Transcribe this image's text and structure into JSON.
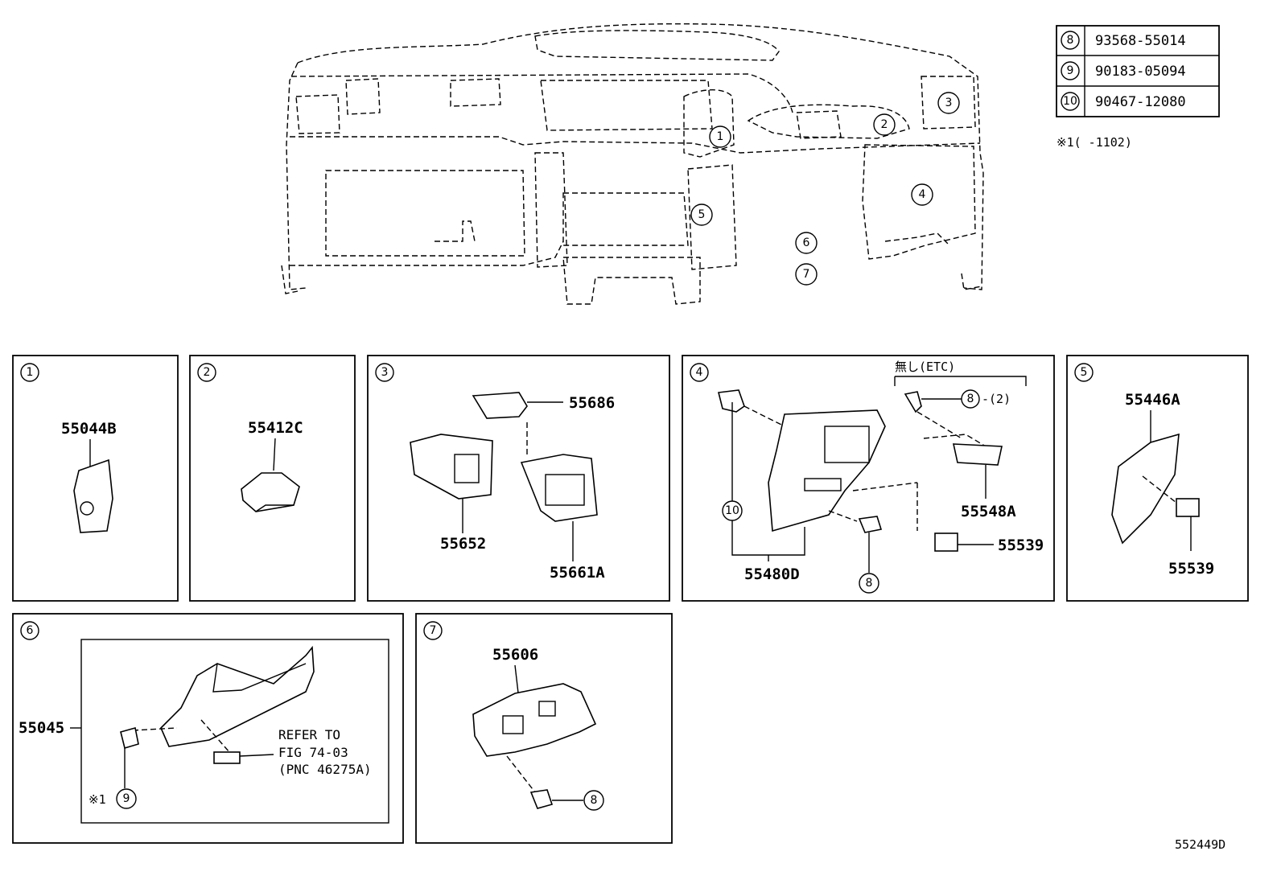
{
  "diagram_id": "552449D",
  "legend": {
    "rows": [
      {
        "ref": "8",
        "part": "93568-55014"
      },
      {
        "ref": "9",
        "part": "90183-05094"
      },
      {
        "ref": "10",
        "part": "90467-12080"
      }
    ],
    "note": "※1(    -1102)"
  },
  "overview_callouts": [
    "1",
    "2",
    "3",
    "4",
    "5",
    "6",
    "7"
  ],
  "panels": [
    {
      "num": "1",
      "parts": [
        "55044B"
      ]
    },
    {
      "num": "2",
      "parts": [
        "55412C"
      ]
    },
    {
      "num": "3",
      "parts": [
        "55686",
        "55652",
        "55661A"
      ]
    },
    {
      "num": "4",
      "parts": [
        "55480D",
        "55548A",
        "55539"
      ],
      "etc_label": "無し(ETC)",
      "qty_label": "-(2)",
      "refs": [
        "8",
        "10",
        "8"
      ]
    },
    {
      "num": "5",
      "parts": [
        "55446A",
        "55539"
      ]
    },
    {
      "num": "6",
      "parts": [
        "55045"
      ],
      "refer": [
        "REFER TO",
        "FIG 74-03",
        "(PNC 46275A)"
      ],
      "note_mark": "※1",
      "ref": "9"
    },
    {
      "num": "7",
      "parts": [
        "55606"
      ],
      "ref": "8"
    }
  ]
}
